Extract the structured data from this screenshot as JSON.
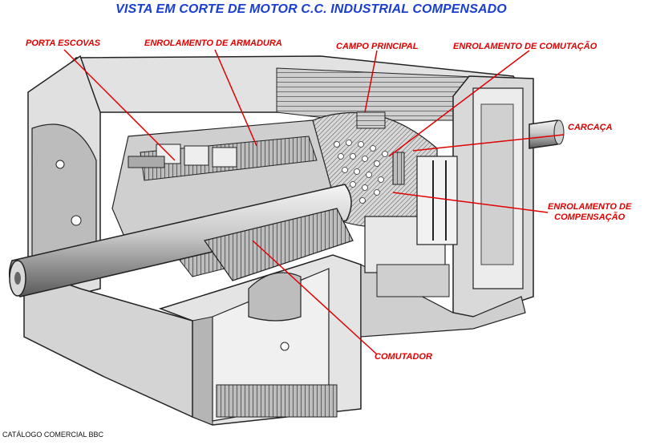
{
  "title": "VISTA EM CORTE DE MOTOR C.C. INDUSTRIAL COMPENSADO",
  "labels": {
    "porta_escovas": "PORTA ESCOVAS",
    "enrolamento_armadura": "ENROLAMENTO DE ARMADURA",
    "campo_principal": "CAMPO PRINCIPAL",
    "enrolamento_comutacao": "ENROLAMENTO DE COMUTAÇÃO",
    "carcaca": "CARCAÇA",
    "enrolamento_compensacao_1": "ENROLAMENTO DE",
    "enrolamento_compensacao_2": "COMPENSAÇÃO",
    "comutador": "COMUTADOR"
  },
  "footer": "CATÁLOGO COMERCIAL  BBC",
  "colors": {
    "title": "#1a3ecf",
    "labels": "#e00000",
    "leader_lines": "#e00000"
  }
}
